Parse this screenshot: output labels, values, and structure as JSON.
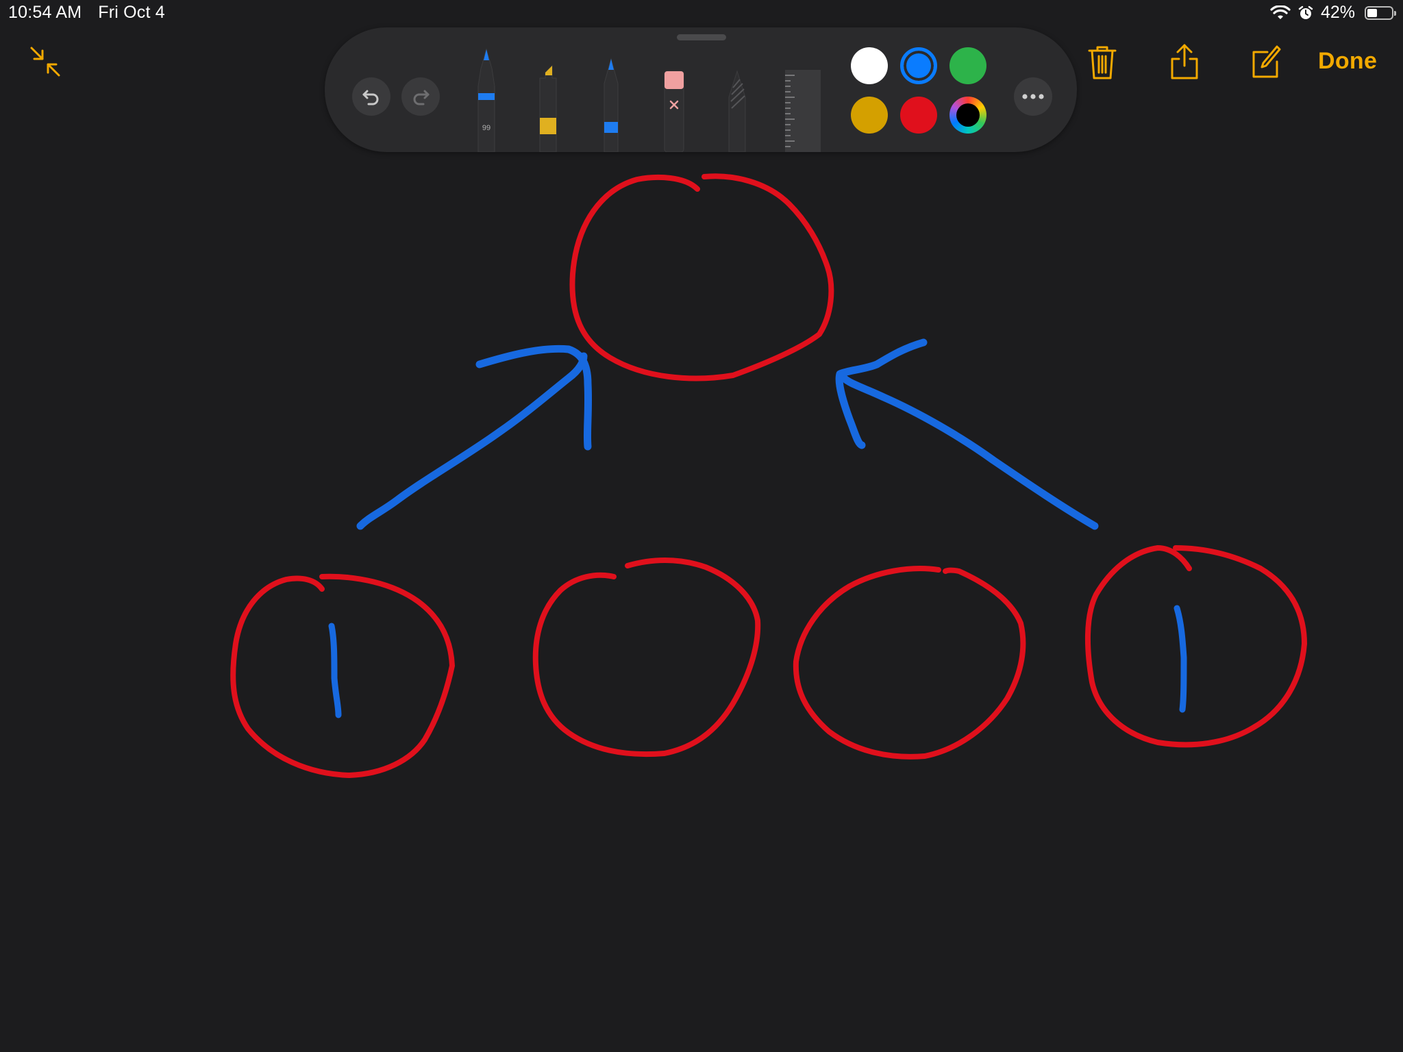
{
  "status_bar": {
    "time": "10:54 AM",
    "date": "Fri Oct 4",
    "battery": "42%",
    "battery_level": 0.42
  },
  "toolbar": {
    "done_label": "Done",
    "actions": [
      "minimize-icon",
      "delete-icon",
      "share-icon",
      "compose-icon"
    ]
  },
  "palette": {
    "undo_icon": "undo-icon",
    "redo_icon": "redo-icon",
    "more_icon": "ellipsis-icon",
    "tools": [
      {
        "name": "pen",
        "tip_color": "#1e7cf0",
        "label": "99"
      },
      {
        "name": "marker",
        "tip_color": "#e0b020"
      },
      {
        "name": "pencil",
        "tip_color": "#1e7cf0"
      },
      {
        "name": "eraser",
        "tip_color": "#f0a0a0"
      },
      {
        "name": "lasso"
      },
      {
        "name": "ruler"
      }
    ],
    "colors": [
      "#ffffff",
      "#0a7cff",
      "#2db34a",
      "#d4a000",
      "#e0101c",
      "multicolor"
    ],
    "selected_color": "#0a7cff"
  },
  "drawing": {
    "stroke_colors": {
      "circles": "#e0101c",
      "arrows": "#1769e0"
    }
  }
}
